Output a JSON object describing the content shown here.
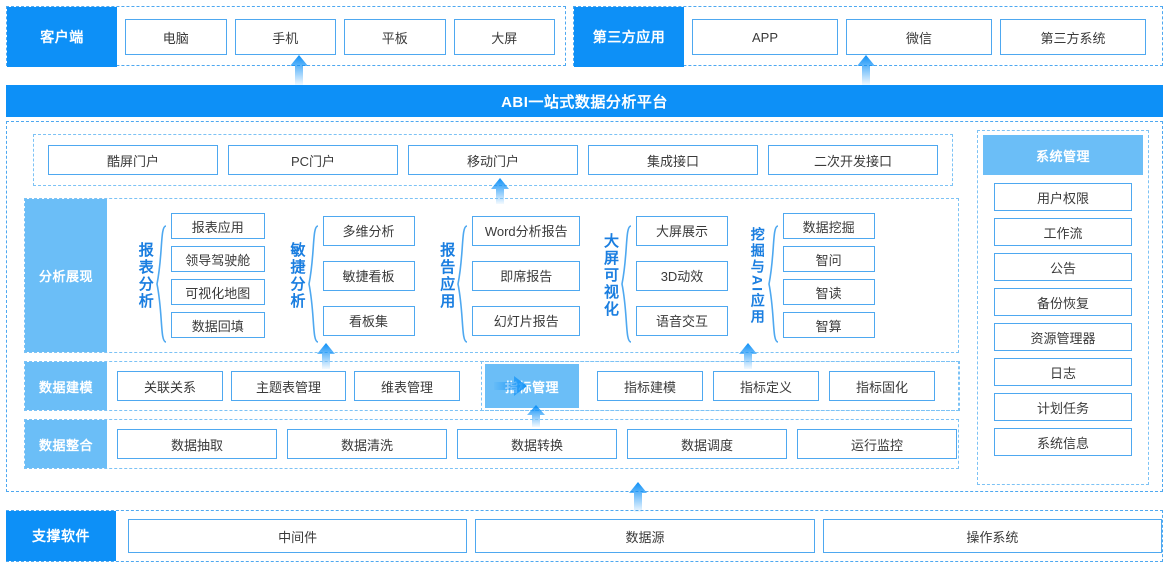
{
  "colors": {
    "primary": "#0d90f7",
    "light": "#6bbef7",
    "border": "#4ea8f0",
    "border_light": "#7cc2f5",
    "label_text": "#1a7ee0"
  },
  "top_row": {
    "client": {
      "header": "客户端",
      "items": [
        "电脑",
        "手机",
        "平板",
        "大屏"
      ]
    },
    "third_party": {
      "header": "第三方应用",
      "items": [
        "APP",
        "微信",
        "第三方系统"
      ]
    }
  },
  "platform": {
    "title": "ABI一站式数据分析平台"
  },
  "portal": {
    "items": [
      "酷屏门户",
      "PC门户",
      "移动门户",
      "集成接口",
      "二次开发接口"
    ]
  },
  "analysis": {
    "header": "分析展现",
    "clusters": [
      {
        "label": "报表分析",
        "items": [
          "报表应用",
          "领导驾驶舱",
          "可视化地图",
          "数据回填"
        ]
      },
      {
        "label": "敏捷分析",
        "items": [
          "多维分析",
          "敏捷看板",
          "看板集"
        ]
      },
      {
        "label": "报告应用",
        "items": [
          "Word分析报告",
          "即席报告",
          "幻灯片报告"
        ]
      },
      {
        "label": "大屏可视化",
        "items": [
          "大屏展示",
          "3D动效",
          "语音交互"
        ]
      },
      {
        "label": "挖掘与AI应用",
        "items": [
          "数据挖掘",
          "智问",
          "智读",
          "智算"
        ]
      }
    ]
  },
  "data_modeling": {
    "header": "数据建模",
    "items": [
      "关联关系",
      "主题表管理",
      "维表管理"
    ],
    "indicator": {
      "header": "指标管理",
      "items": [
        "指标建模",
        "指标定义",
        "指标固化"
      ]
    }
  },
  "data_integration": {
    "header": "数据整合",
    "items": [
      "数据抽取",
      "数据清洗",
      "数据转换",
      "数据调度",
      "运行监控"
    ]
  },
  "system_management": {
    "header": "系统管理",
    "items": [
      "用户权限",
      "工作流",
      "公告",
      "备份恢复",
      "资源管理器",
      "日志",
      "计划任务",
      "系统信息"
    ]
  },
  "support_software": {
    "header": "支撑软件",
    "items": [
      "中间件",
      "数据源",
      "操作系统"
    ]
  }
}
